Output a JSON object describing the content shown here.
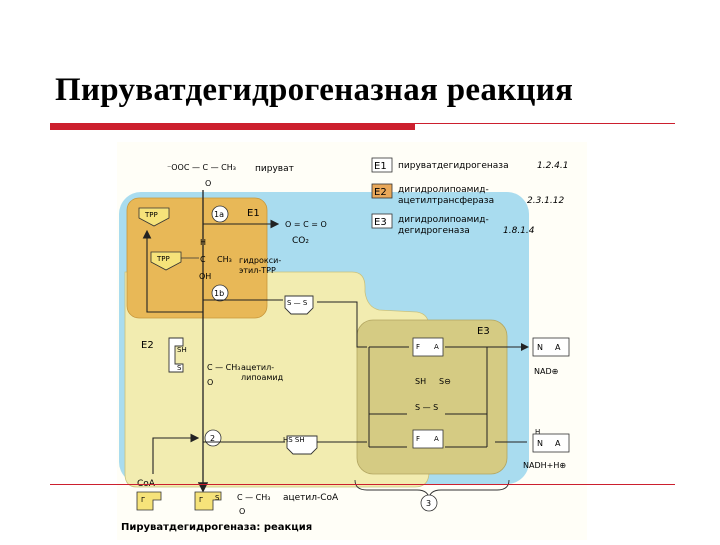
{
  "slide": {
    "title": "Пируватдегидрогеназная реакция"
  },
  "figure": {
    "legend": [
      {
        "tag": "E1",
        "text1": "пируватдегидрогеназа",
        "ec": "1.2.4.1",
        "color": "#ffffff"
      },
      {
        "tag": "E2",
        "text1": "дигидролипоамид-",
        "text2": "ацетилтрансфераза",
        "ec": "2.3.1.12",
        "color": "#e9a85a"
      },
      {
        "tag": "E3",
        "text1": "дигидролипоамид-",
        "text2": "дегидрогеназа",
        "ec": "1.8.1.4",
        "color": "#ffffff"
      }
    ],
    "enzymes": {
      "e1": "E1",
      "e2": "E2",
      "e3": "E3"
    },
    "pyruvate": {
      "formula": "⁻OOC — C — CH₃",
      "o": "O",
      "name": "пируват"
    },
    "co2": {
      "formula": "O = C = O",
      "label": "CO₂"
    },
    "tpp": "TPP",
    "hydroxyethyl": {
      "h": "H",
      "c": "C",
      "ch3": "CH₃",
      "oh": "OH",
      "name1": "гидрокси-",
      "name2": "этил-TPP"
    },
    "steps": {
      "s1a": "1a",
      "s1b": "1b",
      "s2": "2",
      "s3": "3"
    },
    "lipoamide": {
      "s1": "S — S",
      "sh": "SH",
      "s": "S",
      "acetyl_c": "C — CH₃",
      "acetyl_o": "O",
      "name1": "ацетил-",
      "name2": "липоамид"
    },
    "dihydrolipoamide": {
      "label": "HS    SH"
    },
    "e3_parts": {
      "f": "F",
      "a": "A",
      "sh": "SH",
      "s_minus": "S⊖",
      "ss": "S — S"
    },
    "nad": {
      "n": "N",
      "a": "A",
      "label": "NAD⊕",
      "h": "H",
      "label_red": "NADH+H⊕"
    },
    "coa": {
      "label": "CoA",
      "box_letter1": "Г",
      "box_letter2": "S",
      "product_formula": "C — CH₃",
      "product_o": "O",
      "product_name": "ацетил-CoA"
    },
    "caption": "Пируватдегидрогеназа: реакция",
    "colors": {
      "e1_fill": "#e8b857",
      "e2_fill": "#f2ecb0",
      "e3_fill": "#d5cb83",
      "halo": "#a9dcef",
      "accent": "#cc1f2e"
    }
  }
}
